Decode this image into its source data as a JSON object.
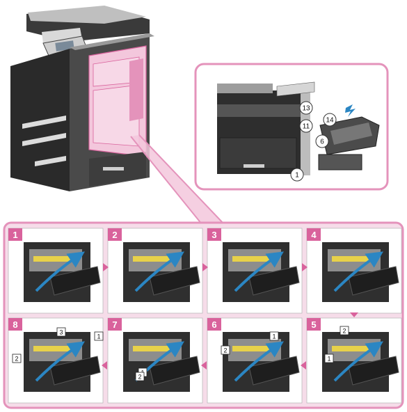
{
  "colors": {
    "accent_pink": "#e493bb",
    "pink_fill": "#f3c7dc",
    "arrow_blue": "#2b86c3",
    "machine_dark": "#222222",
    "machine_gray": "#6d6d6d",
    "step_tab": "#d9629c"
  },
  "detail_callouts": [
    "13",
    "11",
    "6",
    "14",
    "1"
  ],
  "steps": [
    {
      "label": "1",
      "sub": []
    },
    {
      "label": "2",
      "sub": []
    },
    {
      "label": "3",
      "sub": []
    },
    {
      "label": "4",
      "sub": []
    },
    {
      "label": "5",
      "sub": [
        "2",
        "1"
      ]
    },
    {
      "label": "6",
      "sub": [
        "1",
        "2"
      ]
    },
    {
      "label": "7",
      "sub": [
        "1",
        "2"
      ]
    },
    {
      "label": "8",
      "sub": [
        "3",
        "1",
        "2"
      ]
    }
  ],
  "icons": [
    "copier-machine-icon",
    "fuser-unit-icon",
    "flow-arrow-icon"
  ]
}
